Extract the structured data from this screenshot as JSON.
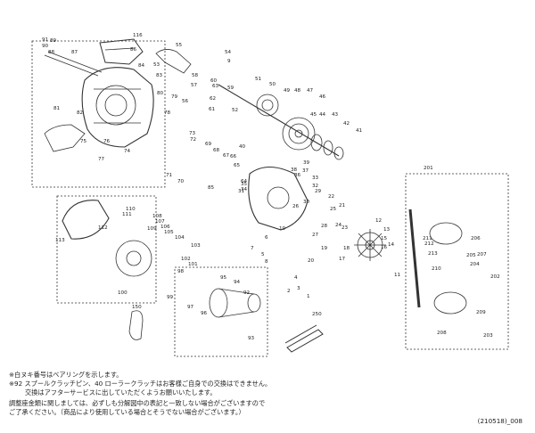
{
  "parts": [
    {
      "no": "91"
    },
    {
      "no": "90"
    },
    {
      "no": "89"
    },
    {
      "no": "88"
    },
    {
      "no": "87"
    },
    {
      "no": "116"
    },
    {
      "no": "55"
    },
    {
      "no": "53"
    },
    {
      "no": "54"
    },
    {
      "no": "51"
    },
    {
      "no": "50"
    },
    {
      "no": "49"
    },
    {
      "no": "48"
    },
    {
      "no": "47"
    },
    {
      "no": "46"
    },
    {
      "no": "45"
    },
    {
      "no": "44"
    },
    {
      "no": "43"
    },
    {
      "no": "42"
    },
    {
      "no": "41"
    },
    {
      "no": "86"
    },
    {
      "no": "85"
    },
    {
      "no": "84"
    },
    {
      "no": "83"
    },
    {
      "no": "82"
    },
    {
      "no": "81"
    },
    {
      "no": "80"
    },
    {
      "no": "79"
    },
    {
      "no": "78"
    },
    {
      "no": "77"
    },
    {
      "no": "76"
    },
    {
      "no": "75"
    },
    {
      "no": "74"
    },
    {
      "no": "73"
    },
    {
      "no": "72"
    },
    {
      "no": "71"
    },
    {
      "no": "70"
    },
    {
      "no": "69"
    },
    {
      "no": "68"
    },
    {
      "no": "67"
    },
    {
      "no": "66"
    },
    {
      "no": "65"
    },
    {
      "no": "64"
    },
    {
      "no": "63"
    },
    {
      "no": "62"
    },
    {
      "no": "61"
    },
    {
      "no": "60"
    },
    {
      "no": "59"
    },
    {
      "no": "58"
    },
    {
      "no": "57"
    },
    {
      "no": "56"
    },
    {
      "no": "52"
    },
    {
      "no": "40"
    },
    {
      "no": "39"
    },
    {
      "no": "38"
    },
    {
      "no": "37"
    },
    {
      "no": "36"
    },
    {
      "no": "35"
    },
    {
      "no": "34"
    },
    {
      "no": "33"
    },
    {
      "no": "32"
    },
    {
      "no": "31"
    },
    {
      "no": "30"
    },
    {
      "no": "29"
    },
    {
      "no": "28"
    },
    {
      "no": "27"
    },
    {
      "no": "26"
    },
    {
      "no": "25"
    },
    {
      "no": "24"
    },
    {
      "no": "23"
    },
    {
      "no": "22"
    },
    {
      "no": "21"
    },
    {
      "no": "20"
    },
    {
      "no": "19"
    },
    {
      "no": "18"
    },
    {
      "no": "17"
    },
    {
      "no": "16"
    },
    {
      "no": "15"
    },
    {
      "no": "14"
    },
    {
      "no": "13"
    },
    {
      "no": "12"
    },
    {
      "no": "11"
    },
    {
      "no": "10"
    },
    {
      "no": "9"
    },
    {
      "no": "8"
    },
    {
      "no": "7"
    },
    {
      "no": "6"
    },
    {
      "no": "5"
    },
    {
      "no": "4"
    },
    {
      "no": "3"
    },
    {
      "no": "2"
    },
    {
      "no": "1"
    },
    {
      "no": "201"
    },
    {
      "no": "202"
    },
    {
      "no": "203"
    },
    {
      "no": "204"
    },
    {
      "no": "205"
    },
    {
      "no": "206"
    },
    {
      "no": "207"
    },
    {
      "no": "208"
    },
    {
      "no": "209"
    },
    {
      "no": "210"
    },
    {
      "no": "211"
    },
    {
      "no": "212"
    },
    {
      "no": "213"
    },
    {
      "no": "113"
    },
    {
      "no": "112"
    },
    {
      "no": "111"
    },
    {
      "no": "110"
    },
    {
      "no": "109"
    },
    {
      "no": "108"
    },
    {
      "no": "107"
    },
    {
      "no": "106"
    },
    {
      "no": "105"
    },
    {
      "no": "104"
    },
    {
      "no": "103"
    },
    {
      "no": "102"
    },
    {
      "no": "101"
    },
    {
      "no": "100"
    },
    {
      "no": "99"
    },
    {
      "no": "98"
    },
    {
      "no": "97"
    },
    {
      "no": "96"
    },
    {
      "no": "95"
    },
    {
      "no": "94"
    },
    {
      "no": "93"
    },
    {
      "no": "92"
    },
    {
      "no": "150"
    },
    {
      "no": "250"
    }
  ],
  "notes": [
    "※白ヌキ番号はベアリングを示します。",
    "※92 スプールクラッチピン、40 ローラークラッチはお客様ご自身での交換はできません。",
    "交換はアフターサービスに出していただくようお願いいたします。",
    "調整座金類に関しましては、必ずしも分解図中の表記と一致しない場合がございますので",
    "ご了承ください。（商品により使用している場合とそうでない場合がございます。）"
  ],
  "doc_code": "(210518)_008"
}
